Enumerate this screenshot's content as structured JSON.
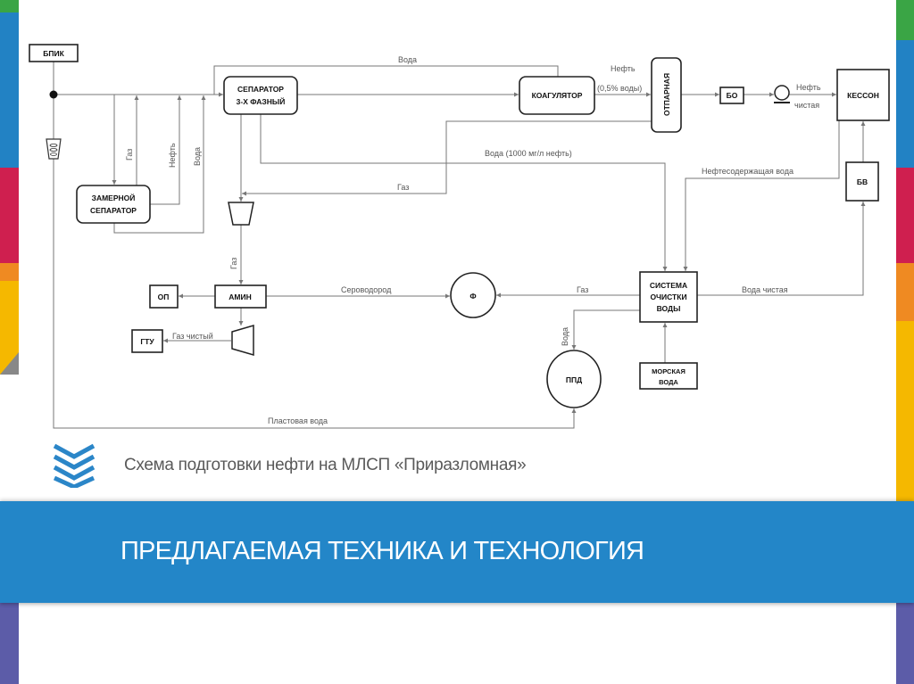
{
  "slide": {
    "caption": "Схема подготовки нефти на МЛСП «Приразломная»",
    "title": "ПРЕДЛАГАЕМАЯ ТЕХНИКА И ТЕХНОЛОГИЯ",
    "colors": {
      "band": "#2386c8",
      "green": "#3aa545",
      "blue": "#2282c4",
      "red": "#cf1f4f",
      "orange": "#ef8a22",
      "yellow": "#f5b800",
      "purple": "#5c5ca8"
    }
  },
  "diagram": {
    "nodes": {
      "bpik": "БПИК",
      "sep3_l1": "СЕПАРАТОР",
      "sep3_l2": "3-Х ФАЗНЫЙ",
      "coag": "КОАГУЛЯТОР",
      "otparnaya": "ОТПАРНАЯ",
      "bo": "БО",
      "kesson": "КЕССОН",
      "bv": "БВ",
      "zamer_l1": "ЗАМЕРНОЙ",
      "zamer_l2": "СЕПАРАТОР",
      "sys_l1": "СИСТЕМА",
      "sys_l2": "ОЧИСТКИ",
      "sys_l3": "ВОДЫ",
      "amin": "АМИН",
      "op": "ОП",
      "gtu": "ГТУ",
      "f": "Ф",
      "ppd": "ППД",
      "sea_l1": "МОРСКАЯ",
      "sea_l2": "ВОДА"
    },
    "flows": {
      "voda_top": "Вода",
      "neft_l1": "Нефть",
      "neft_l2": "(0,5% воды)",
      "neft_clean_l1": "Нефть",
      "neft_clean_l2": "чистая",
      "gaz_zamer": "Газ",
      "neft_zamer": "Нефть",
      "voda_zamer": "Вода",
      "voda_1000": "Вода (1000 мг/л нефть)",
      "gaz_otp": "Газ",
      "neftesod": "Нефтесодержащая вода",
      "gaz_amin": "Газ",
      "serovodorod": "Сероводород",
      "gaz_sys": "Газ",
      "voda_chistaya": "Вода чистая",
      "gaz_chisty": "Газ чистый",
      "voda_ppd": "Вода",
      "plastovaya": "Пластовая вода"
    }
  }
}
